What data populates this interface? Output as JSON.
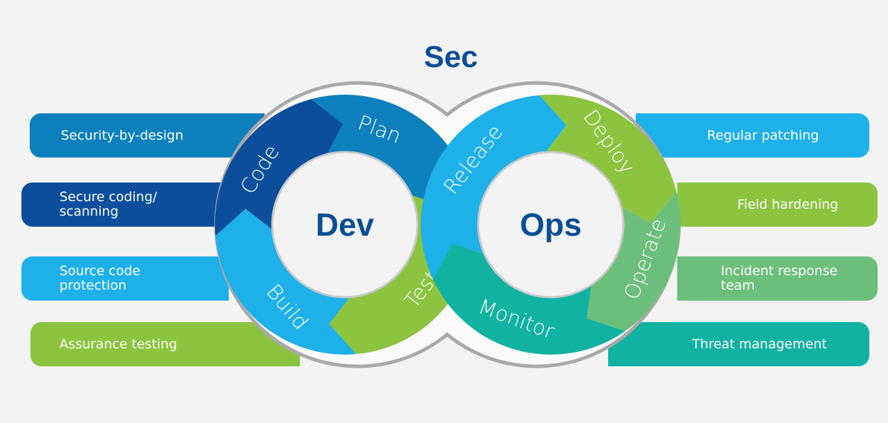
{
  "title": "Sec",
  "colors": {
    "dark_blue": "#0b4f9c",
    "mid_blue": "#0c80bd",
    "light_blue": "#1eb0e8",
    "green": "#8cc43f",
    "light_green": "#6cbf7a",
    "teal": "#12b2a3",
    "center_text": "#0a4e96"
  },
  "dev": {
    "label": "Dev",
    "segments": [
      {
        "label": "Plan",
        "color": "#0c80bd"
      },
      {
        "label": "Code",
        "color": "#0b4f9c"
      },
      {
        "label": "Build",
        "color": "#1eb0e8"
      },
      {
        "label": "Test",
        "color": "#8cc43f"
      }
    ]
  },
  "ops": {
    "label": "Ops",
    "segments": [
      {
        "label": "Release",
        "color": "#1eb0e8"
      },
      {
        "label": "Deploy",
        "color": "#8cc43f"
      },
      {
        "label": "Operate",
        "color": "#6cbf7a"
      },
      {
        "label": "Monitor",
        "color": "#12b2a3"
      }
    ]
  },
  "left_items": [
    {
      "label": "Security-by-design",
      "color": "#0c80bd"
    },
    {
      "label": "Secure coding/ scanning",
      "line1": "Secure coding/",
      "line2": "scanning",
      "color": "#0b4f9c"
    },
    {
      "label": "Source code protection",
      "line1": "Source code",
      "line2": "protection",
      "color": "#1eb0e8"
    },
    {
      "label": "Assurance testing",
      "color": "#8cc43f"
    }
  ],
  "right_items": [
    {
      "label": "Regular patching",
      "color": "#1eb0e8"
    },
    {
      "label": "Field hardening",
      "color": "#8cc43f"
    },
    {
      "label": "Incident response team",
      "line1": "Incident response",
      "line2": "team",
      "color": "#6cbf7a"
    },
    {
      "label": "Threat management",
      "color": "#12b2a3"
    }
  ]
}
